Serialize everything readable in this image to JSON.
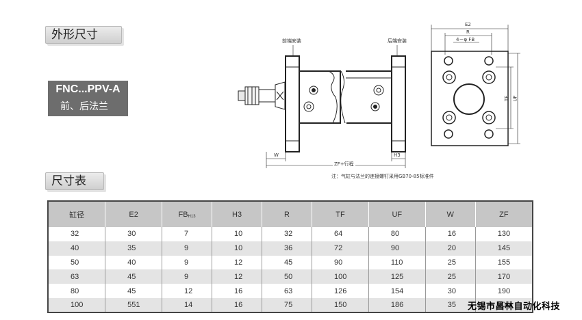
{
  "sections": {
    "shape_title": "外形尺寸",
    "table_title": "尺寸表"
  },
  "model": {
    "code": "FNC...PPV-A",
    "subtitle": "前、后法兰"
  },
  "drawing": {
    "front_mount_label": "前端安装",
    "rear_mount_label": "后端安装",
    "w_label": "W",
    "zf_label": "ZF+行程",
    "h3_label": "H3",
    "note": "注：气缸与法兰的连接螺钉采用GB70-85标准件",
    "e2_label": "E2",
    "r_label": "R",
    "fb_label": "4－φ FB",
    "tf_label": "TF",
    "uf_label": "UF"
  },
  "table": {
    "headers": [
      "缸径",
      "E2",
      "FB",
      "H3",
      "R",
      "TF",
      "UF",
      "W",
      "ZF"
    ],
    "fb_subscript": "H13",
    "rows": [
      [
        "32",
        "30",
        "7",
        "10",
        "32",
        "64",
        "80",
        "16",
        "130"
      ],
      [
        "40",
        "35",
        "9",
        "10",
        "36",
        "72",
        "90",
        "20",
        "145"
      ],
      [
        "50",
        "40",
        "9",
        "12",
        "45",
        "90",
        "110",
        "25",
        "155"
      ],
      [
        "63",
        "45",
        "9",
        "12",
        "50",
        "100",
        "125",
        "25",
        "170"
      ],
      [
        "80",
        "45",
        "12",
        "16",
        "63",
        "126",
        "154",
        "30",
        "190"
      ],
      [
        "100",
        "551",
        "14",
        "16",
        "75",
        "150",
        "186",
        "35",
        "205"
      ]
    ]
  },
  "footer": {
    "company": "无锡市昌林自动化科技"
  }
}
